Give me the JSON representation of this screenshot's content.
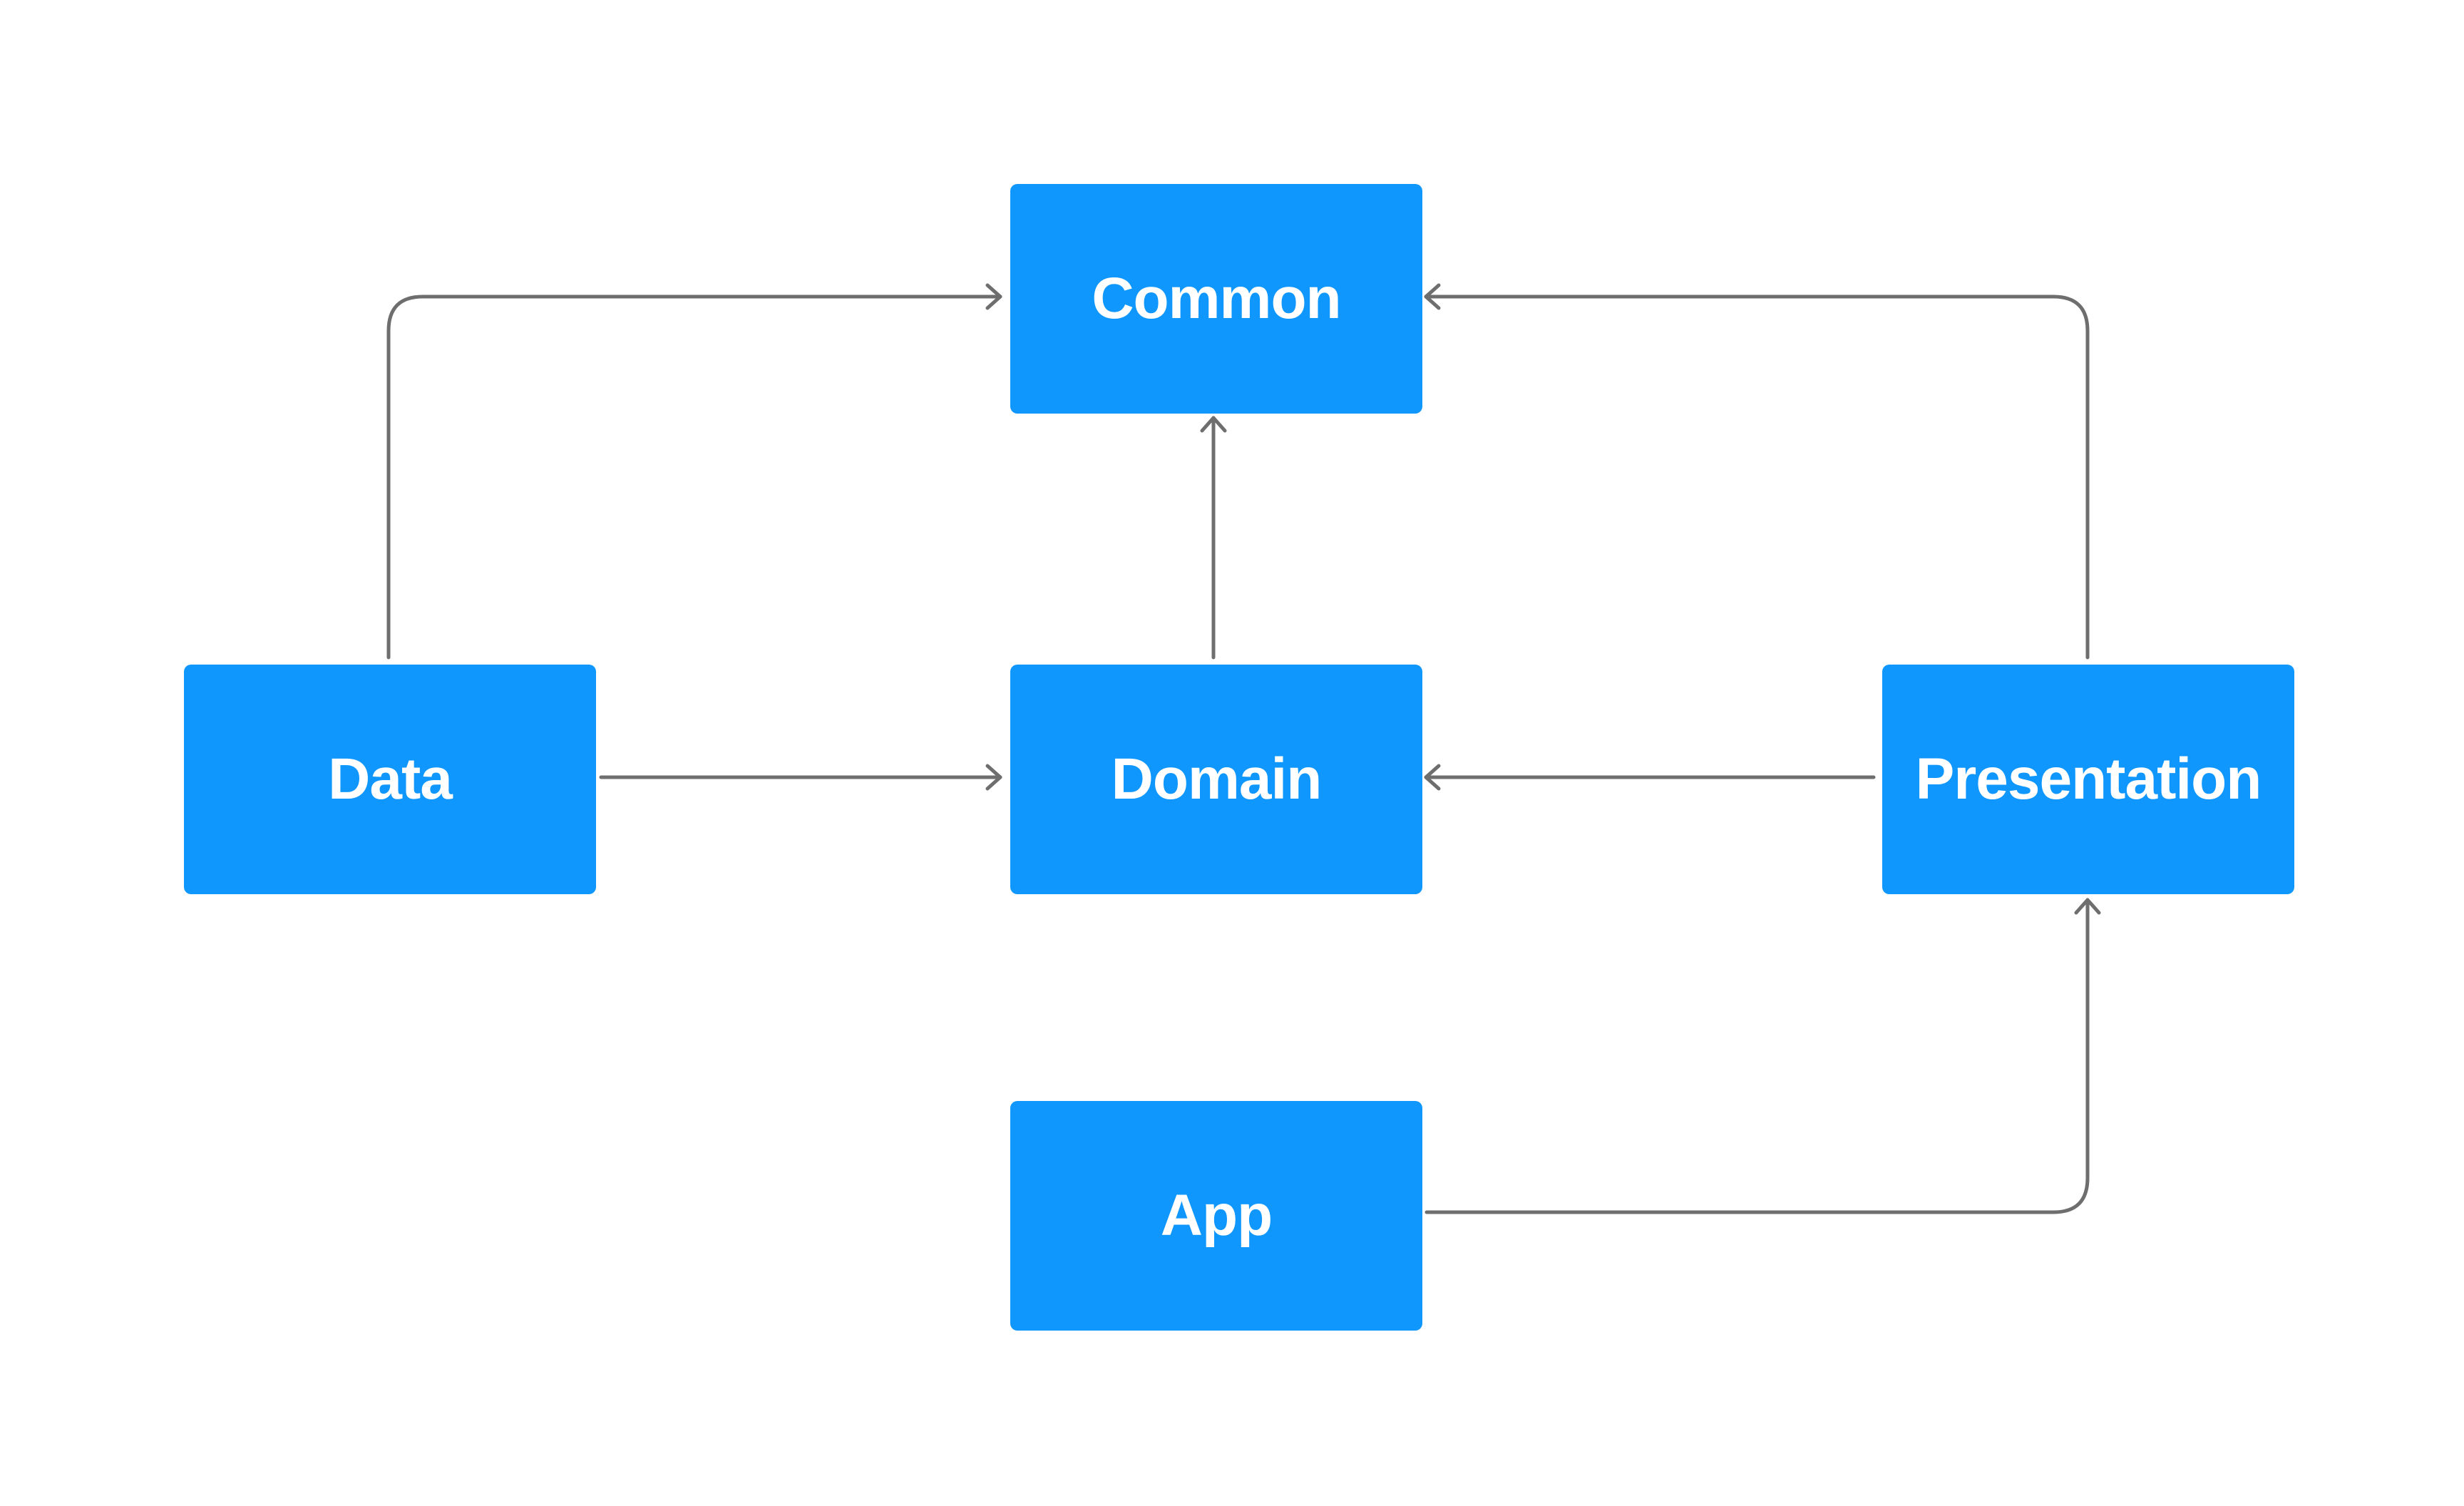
{
  "colors": {
    "background": "#ffffff",
    "node_fill": "#0f97fd",
    "node_text": "#ffffff",
    "edge": "#6e6e6e"
  },
  "nodes": {
    "common": {
      "label": "Common"
    },
    "data": {
      "label": "Data"
    },
    "domain": {
      "label": "Domain"
    },
    "presentation": {
      "label": "Presentation"
    },
    "app": {
      "label": "App"
    }
  },
  "edges": [
    {
      "from": "data",
      "to": "common"
    },
    {
      "from": "data",
      "to": "domain"
    },
    {
      "from": "domain",
      "to": "common"
    },
    {
      "from": "presentation",
      "to": "common"
    },
    {
      "from": "presentation",
      "to": "domain"
    },
    {
      "from": "app",
      "to": "presentation"
    }
  ]
}
